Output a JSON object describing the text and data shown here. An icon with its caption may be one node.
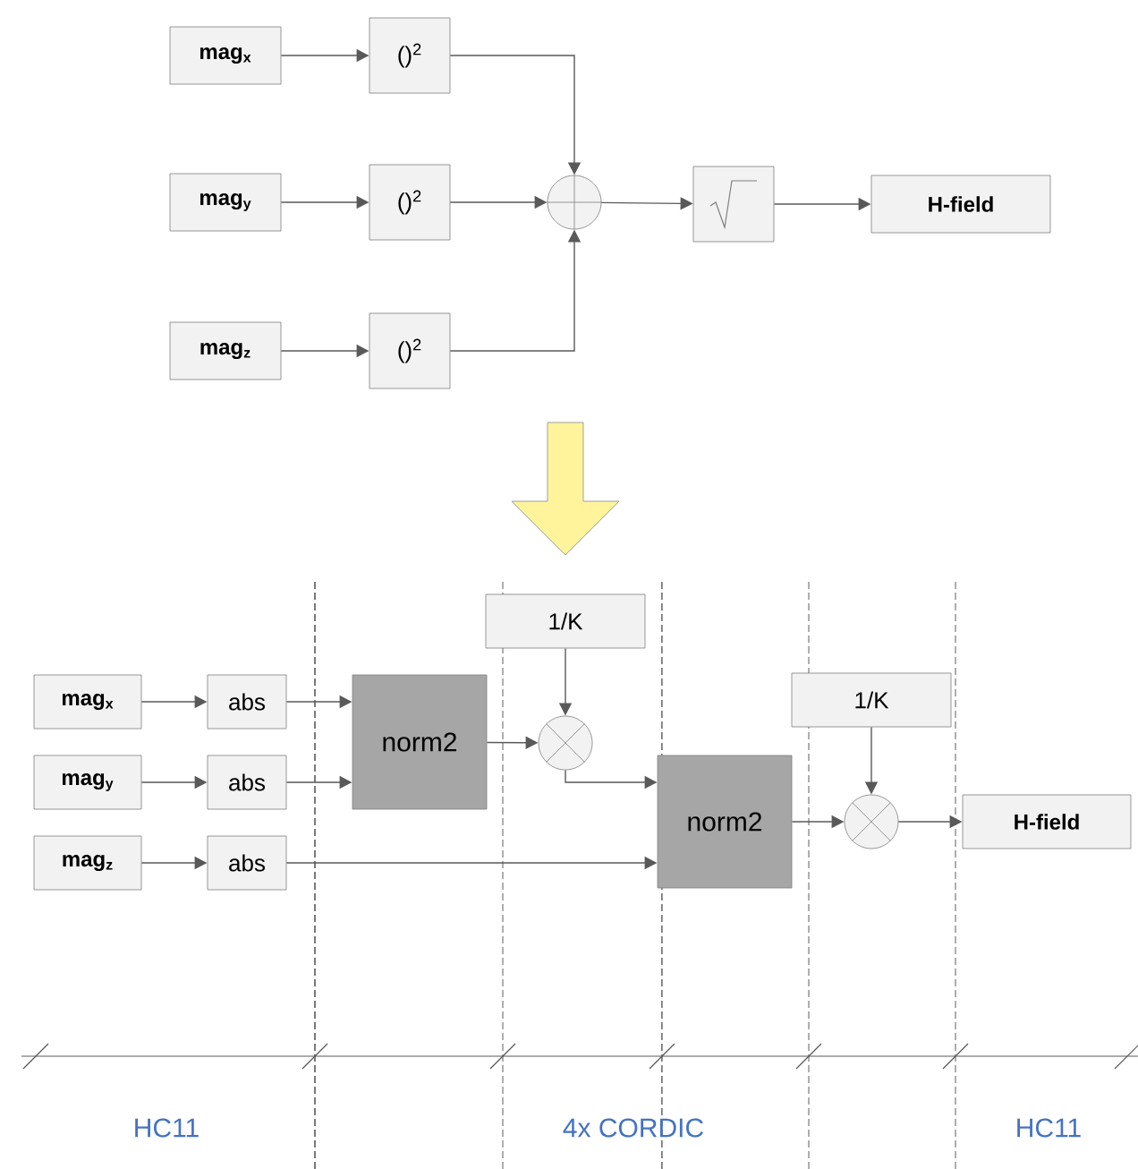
{
  "diagram": {
    "nodes": [
      {
        "text": [
          "mag$_{x}$"
        ]
      },
      {
        "text": [
          "()$^{2}$"
        ]
      },
      {
        "text": [
          "mag$_{y}$"
        ]
      },
      {
        "text": [
          "()$^{2}$"
        ]
      },
      {
        "text": [
          "mag$_{z}$"
        ]
      },
      {
        "text": [
          "()$^{2}$"
        ]
      },
      {
        "text": [],
        "shape": "circle"
      },
      {
        "text": [],
        "shape": "box"
      },
      {
        "text": [
          "H-field"
        ]
      },
      {
        "text": [
          "mag$_{x}$"
        ]
      },
      {
        "text": [
          "abs"
        ]
      },
      {
        "text": [
          "mag$_{y}$"
        ]
      },
      {
        "text": [
          "abs"
        ]
      },
      {
        "text": [
          "mag$_{z}$"
        ]
      },
      {
        "text": [
          "abs"
        ]
      },
      {
        "text": [
          "norm2"
        ]
      },
      {
        "text": [
          "1/K"
        ]
      },
      {
        "text": [],
        "shape": "circle"
      },
      {
        "text": [
          "norm2"
        ]
      },
      {
        "text": [
          "1/K"
        ]
      },
      {
        "text": [],
        "shape": "circle"
      },
      {
        "text": [
          "H-field"
        ]
      }
    ],
    "edges": [
      {
        "from": 0,
        "to": 1,
        "arrow": "to"
      },
      {
        "from": 2,
        "to": 3,
        "arrow": "to"
      },
      {
        "from": 4,
        "to": 5,
        "arrow": "to"
      },
      {
        "from": 1,
        "to": 6,
        "arrow": "to"
      },
      {
        "from": 3,
        "to": 6,
        "arrow": "to"
      },
      {
        "from": 5,
        "to": 6,
        "arrow": "to"
      },
      {
        "from": 6,
        "to": 7,
        "arrow": "to"
      },
      {
        "from": 7,
        "to": 8,
        "arrow": "to"
      },
      {
        "from": 9,
        "to": 10,
        "arrow": "to"
      },
      {
        "from": 11,
        "to": 12,
        "arrow": "to"
      },
      {
        "from": 13,
        "to": 14,
        "arrow": "to"
      },
      {
        "from": 10,
        "to": 15,
        "arrow": "to"
      },
      {
        "from": 12,
        "to": 15,
        "arrow": "to"
      },
      {
        "from": 14,
        "to": 18,
        "arrow": "to"
      },
      {
        "from": 15,
        "to": 17,
        "arrow": "to"
      },
      {
        "from": 16,
        "to": 17,
        "arrow": "to"
      },
      {
        "from": 17,
        "to": 18,
        "arrow": "to"
      },
      {
        "from": 18,
        "to": 20,
        "arrow": "to"
      },
      {
        "from": 19,
        "to": 20,
        "arrow": "to"
      },
      {
        "from": 20,
        "to": 21,
        "arrow": "to"
      }
    ],
    "labels": [
      "HC11",
      "4x CORDIC",
      "HC11"
    ]
  }
}
